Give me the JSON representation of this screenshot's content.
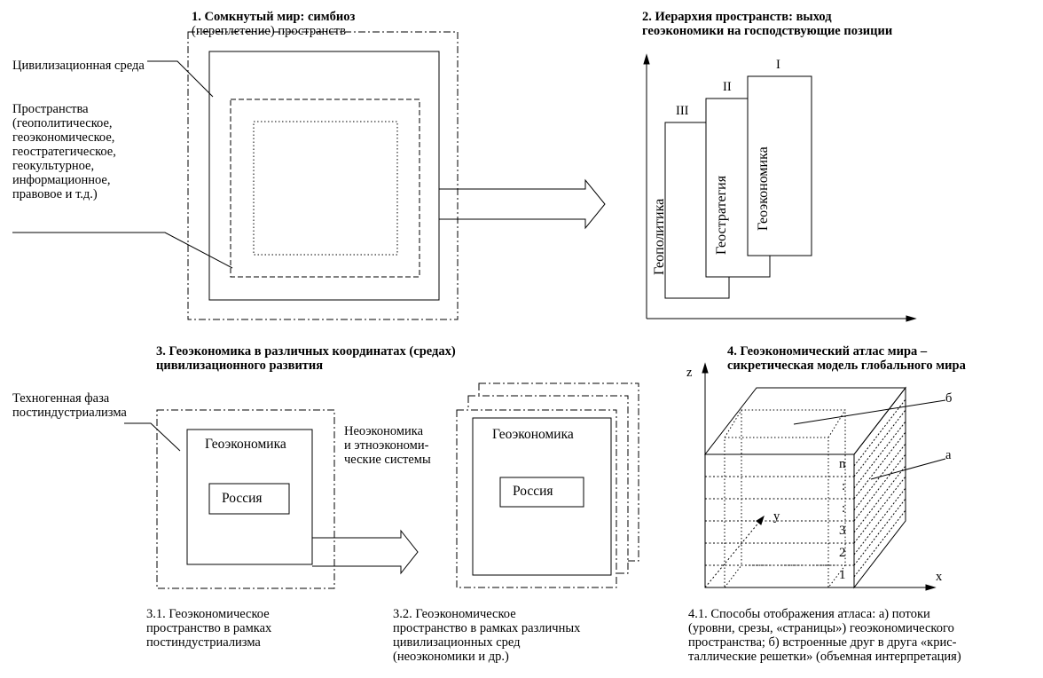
{
  "panel1": {
    "title_bold": "1. Сомкнутый мир: симбиоз",
    "title_rest": "(переплетение) пространств",
    "label_env": "Цивилизационная среда",
    "label_spaces": [
      "Пространства",
      "(геополитическое,",
      "геоэкономическое,",
      "геостратегическое,",
      "геокультурное,",
      "информационное,",
      "правовое и т.д.)"
    ]
  },
  "panel2": {
    "title": [
      "2. Иерархия пространств: выход",
      "геоэкономики на господствующие позиции"
    ],
    "levels": [
      {
        "numeral": "III",
        "label": "Геополитика"
      },
      {
        "numeral": "II",
        "label": "Геостратегия"
      },
      {
        "numeral": "I",
        "label": "Геоэкономика"
      }
    ]
  },
  "panel3": {
    "title": [
      "3. Геоэкономика в различных координатах (средах)",
      "цивилизационного развития"
    ],
    "label_phase": [
      "Техногенная фаза",
      "постиндустриализма"
    ],
    "label_neo": [
      "Неоэкономика",
      "и этноэкономи-",
      "ческие системы"
    ],
    "geo_label": "Геоэкономика",
    "russia_label": "Россия",
    "caption_31": [
      "3.1. Геоэкономическое",
      "пространство в рамках",
      "постиндустриализма"
    ],
    "caption_32": [
      "3.2. Геоэкономическое",
      "пространство в рамках различных",
      "цивилизационных сред",
      "(неоэкономики и др.)"
    ]
  },
  "panel4": {
    "title": [
      "4. Геоэкономический атлас мира –",
      "сикретическая модель глобального мира"
    ],
    "axes": {
      "z": "z",
      "x": "x",
      "y": "y"
    },
    "levels": [
      "n",
      ":",
      ":",
      "3",
      "2",
      "1"
    ],
    "callouts": {
      "b": "б",
      "a": "а"
    },
    "caption_41": [
      "4.1. Способы отображения атласа: а) потоки",
      "(уровни, срезы, «страницы») геоэкономического",
      "пространства; б) встроенные друг в друга «крис-",
      "таллические решетки» (объемная интерпретация)"
    ]
  }
}
